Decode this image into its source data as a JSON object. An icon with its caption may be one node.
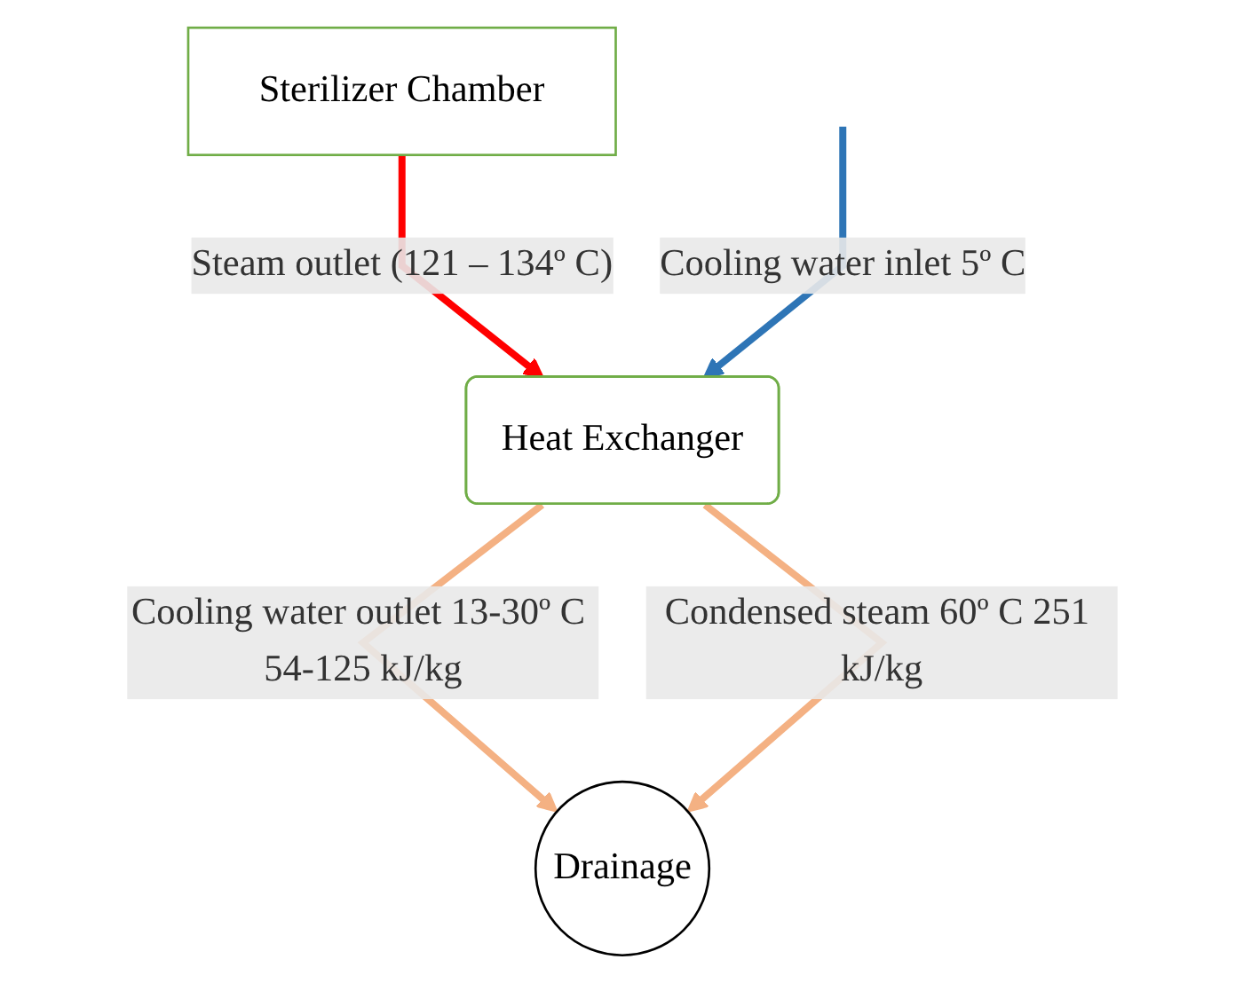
{
  "diagram": {
    "nodes": [
      {
        "text": [
          "Sterilizer Chamber"
        ]
      },
      {
        "text": [
          "Heat Exchanger"
        ]
      },
      {
        "text": [
          "Drainage"
        ]
      }
    ],
    "edges": [
      {
        "from": 0,
        "to": 1,
        "arrow": "to",
        "label": "Steam outlet (121 – 134º C)",
        "color": "#ff0000"
      },
      {
        "from": null,
        "to": 1,
        "arrow": "to",
        "label": "Cooling water inlet 5º C",
        "color": "#2e75b6"
      },
      {
        "from": 1,
        "to": 2,
        "arrow": "to",
        "label": "Cooling water outlet 13-30º C 54-125 kJ/kg",
        "color": "#f4b183"
      },
      {
        "from": 1,
        "to": 2,
        "arrow": "to",
        "label": "Condensed steam 60º C 251 kJ/kg",
        "color": "#f4b183"
      }
    ]
  }
}
